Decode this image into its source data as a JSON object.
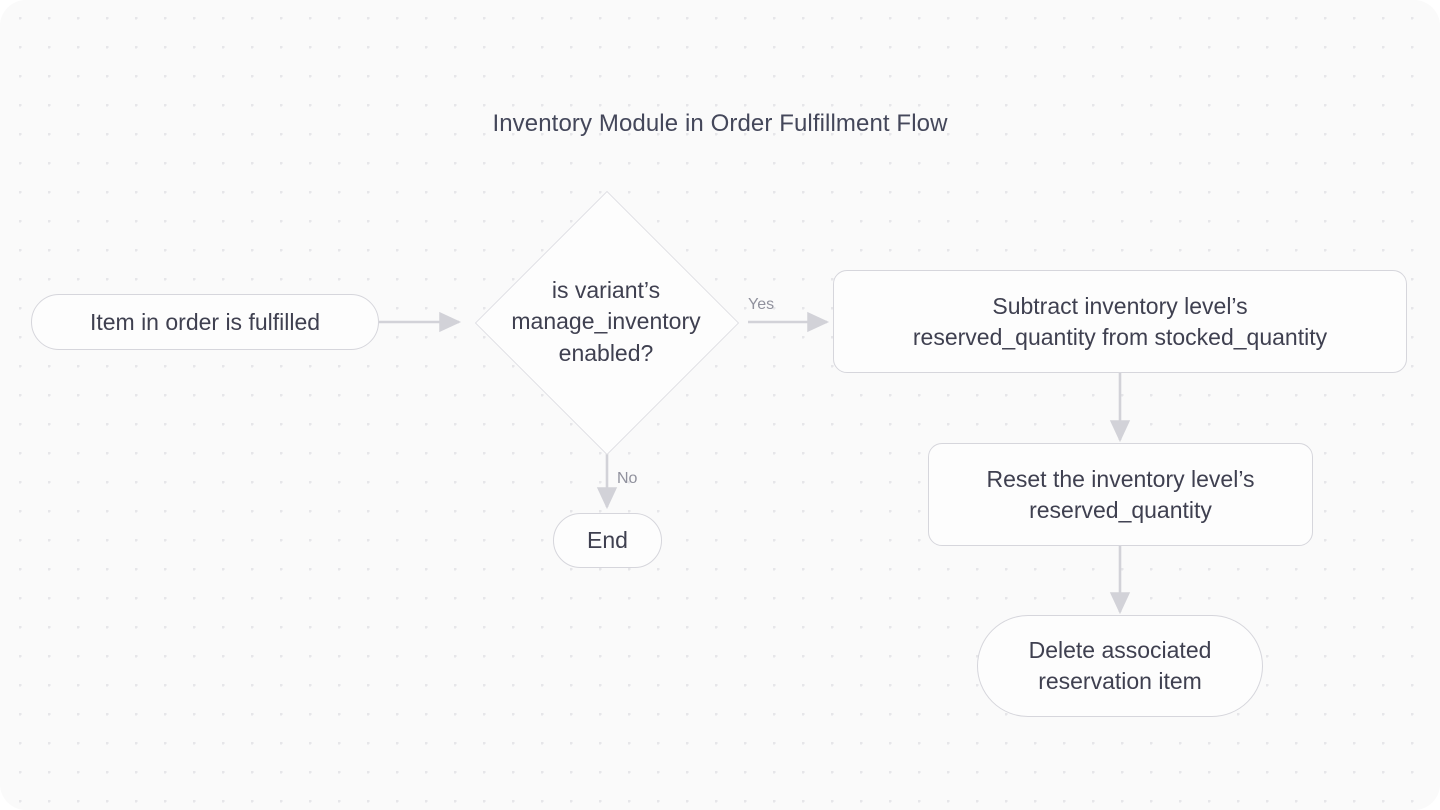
{
  "diagram": {
    "title": "Inventory Module in Order Fulfillment Flow",
    "background_color": "#fafafa",
    "node_fill": "#fdfdfd",
    "node_border_color": "#d6d6dc",
    "text_color": "#3f4050",
    "edge_color": "#d2d2d8",
    "edge_label_color": "#90919d",
    "nodes": [
      {
        "id": "start",
        "shape": "stadium",
        "label": "Item in order is fulfilled"
      },
      {
        "id": "decision",
        "shape": "diamond",
        "label": "is variant’s\nmanage_inventory\nenabled?"
      },
      {
        "id": "end",
        "shape": "stadium",
        "label": "End"
      },
      {
        "id": "subtract",
        "shape": "rounded-rect",
        "label": "Subtract inventory level’s\nreserved_quantity from stocked_quantity"
      },
      {
        "id": "reset",
        "shape": "rounded-rect",
        "label": "Reset the inventory level’s\nreserved_quantity"
      },
      {
        "id": "delete",
        "shape": "stadium",
        "label": "Delete associated\nreservation item"
      }
    ],
    "edges": [
      {
        "from": "start",
        "to": "decision",
        "label": ""
      },
      {
        "from": "decision",
        "to": "subtract",
        "label": "Yes"
      },
      {
        "from": "decision",
        "to": "end",
        "label": "No"
      },
      {
        "from": "subtract",
        "to": "reset",
        "label": ""
      },
      {
        "from": "reset",
        "to": "delete",
        "label": ""
      }
    ]
  }
}
